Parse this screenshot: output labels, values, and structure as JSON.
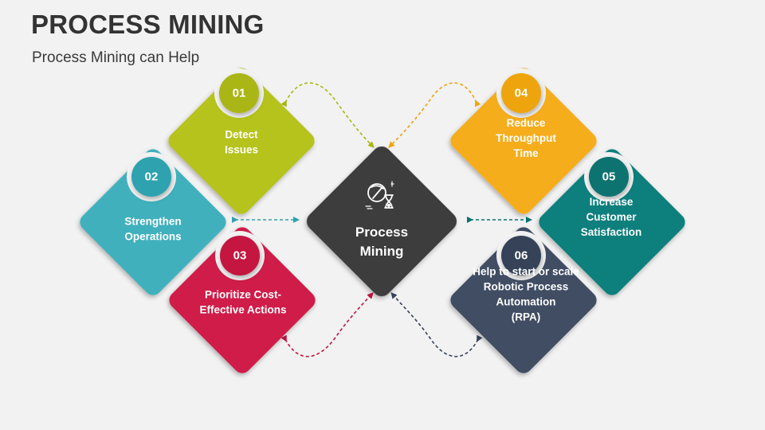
{
  "header": {
    "title": "PROCESS MINING",
    "subtitle": "Process Mining can Help"
  },
  "center": {
    "label_lines": [
      "Process",
      "Mining"
    ],
    "color": "#3d3d3d",
    "icon": "pickaxe-hourglass-icon"
  },
  "items": [
    {
      "number": "01",
      "lines": [
        "Detect",
        "Issues"
      ],
      "color": "#b5c31a",
      "circle": "#a9b613"
    },
    {
      "number": "02",
      "lines": [
        "Strengthen",
        "Operations"
      ],
      "color": "#3fb0bd",
      "circle": "#2fa2af"
    },
    {
      "number": "03",
      "lines": [
        "Prioritize Cost-",
        "Effective Actions"
      ],
      "color": "#cf1c4a",
      "circle": "#c4143f"
    },
    {
      "number": "04",
      "lines": [
        "Reduce",
        "Throughput",
        "Time"
      ],
      "color": "#f5ad1a",
      "circle": "#eea40e"
    },
    {
      "number": "05",
      "lines": [
        "Increase",
        "Customer",
        "Satisfaction"
      ],
      "color": "#0b7f7c",
      "circle": "#087370"
    },
    {
      "number": "06",
      "lines": [
        "Help to start or scale",
        "Robotic Process",
        "Automation",
        "(RPA)"
      ],
      "color": "#3f4d63",
      "circle": "#364358"
    }
  ]
}
